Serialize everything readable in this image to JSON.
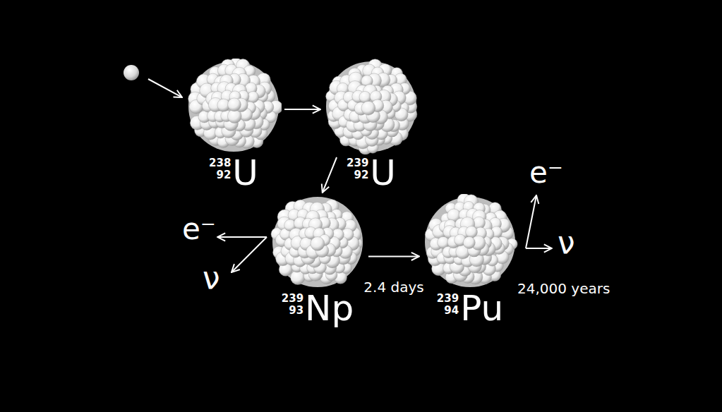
{
  "diagram": {
    "nodes": [
      {
        "text": [
          "238",
          "92",
          "U"
        ]
      },
      {
        "text": [
          "239",
          "92",
          "U"
        ]
      },
      {
        "text": [
          "239",
          "93",
          "Np"
        ]
      },
      {
        "text": [
          "239",
          "94",
          "Pu"
        ]
      }
    ],
    "edges": [
      {
        "from": 0,
        "to": 1,
        "arrow": "to"
      },
      {
        "from": 1,
        "to": 2,
        "arrow": "to"
      },
      {
        "from": 2,
        "to": 3,
        "label": "2.4 days",
        "arrow": "to"
      }
    ],
    "labels": [
      "e⁻",
      "ν",
      "e⁻",
      "ν",
      "24,000 years"
    ]
  }
}
